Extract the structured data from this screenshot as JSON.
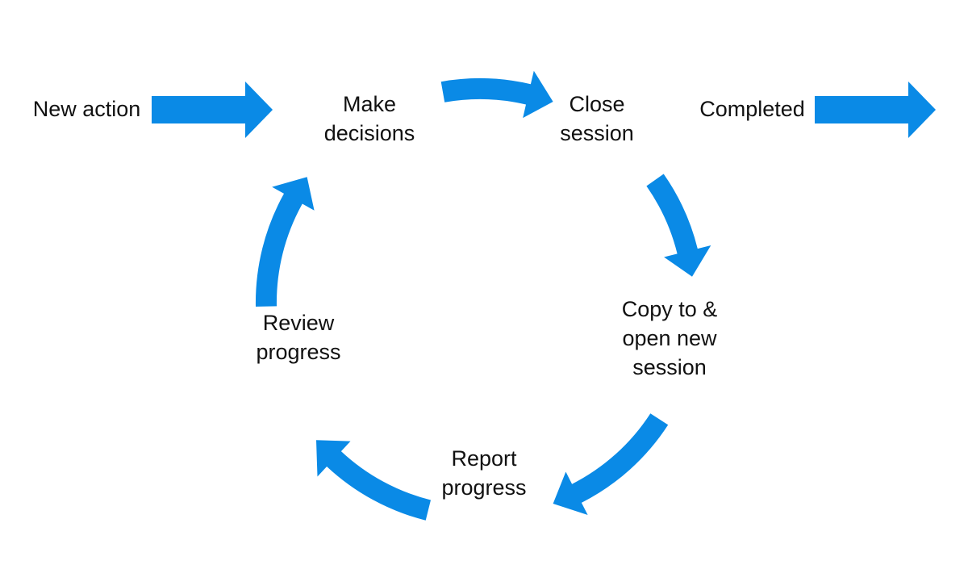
{
  "diagram": {
    "arrow_color": "#0a8ae6",
    "text_color": "#111111",
    "nodes": {
      "new_action": {
        "lines": [
          "New action"
        ]
      },
      "make_decisions": {
        "lines": [
          "Make",
          "decisions"
        ]
      },
      "close_session": {
        "lines": [
          "Close",
          "session"
        ]
      },
      "completed": {
        "lines": [
          "Completed"
        ]
      },
      "copy_open": {
        "lines": [
          "Copy to &",
          "open new",
          "session"
        ]
      },
      "report_progress": {
        "lines": [
          "Report",
          "progress"
        ]
      },
      "review_progress": {
        "lines": [
          "Review",
          "progress"
        ]
      }
    }
  }
}
